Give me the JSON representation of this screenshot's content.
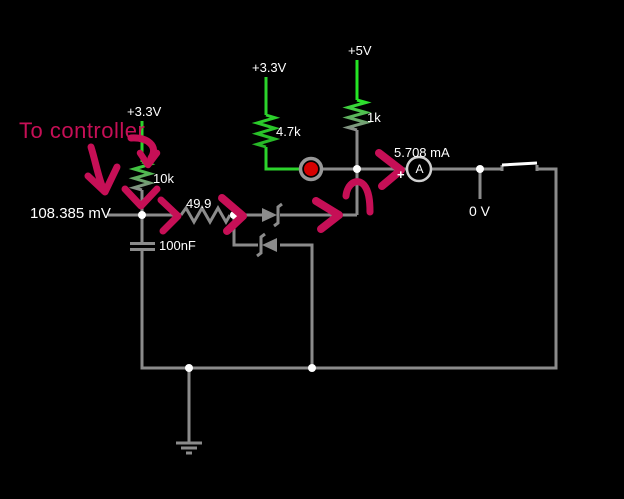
{
  "window": {
    "background": "#000000",
    "description": "Circuit simulator schematic screenshot with hand-drawn annotations"
  },
  "schematic": {
    "supplies": {
      "v33_left": "+3.3V",
      "v33_mid": "+3.3V",
      "v5": "+5V"
    },
    "readouts": {
      "input_node_voltage": "108.385 mV",
      "ammeter_current": "5.708 mA",
      "output_node_voltage": "0 V"
    },
    "components": {
      "pullup_resistor": "10k",
      "series_resistor": "49.9",
      "led_resistor": "4.7k",
      "bias_resistor": "1k",
      "filter_capacitor": "100nF",
      "ammeter_letter": "A",
      "ammeter_polarity": "+"
    },
    "colors": {
      "wire_gray": "#8b8b8b",
      "wire_green_33": "#2cd42c",
      "wire_green_5": "#25e625",
      "node_dot": "#ffffff",
      "led_red": "#d60000",
      "switch_blade": "#ffffff",
      "label_text": "#ffffff"
    }
  },
  "annotations": {
    "note": "To controller",
    "color": "#c60f56"
  }
}
